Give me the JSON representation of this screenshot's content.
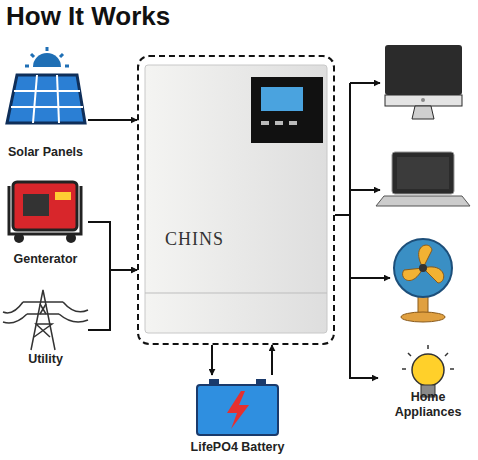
{
  "diagram": {
    "title": "How It Works",
    "nodes": [
      {
        "text": [
          "Solar Panels"
        ]
      },
      {
        "text": [
          "Genterator"
        ]
      },
      {
        "text": [
          "Utility"
        ]
      },
      {
        "text": [
          "CHINS"
        ]
      },
      {
        "text": [
          "LifePO4 Battery"
        ]
      },
      {
        "text": [
          "Home Appliances"
        ]
      }
    ],
    "edges": [
      {
        "from": 0,
        "to": 3,
        "arrow": "to"
      },
      {
        "from": 1,
        "to": 3,
        "arrow": "to"
      },
      {
        "from": 2,
        "to": 3,
        "arrow": "to"
      },
      {
        "from": 3,
        "to": 4,
        "arrow": "to"
      },
      {
        "from": 4,
        "to": 3,
        "arrow": "to"
      },
      {
        "from": 3,
        "to": 5,
        "arrow": "to"
      }
    ]
  }
}
